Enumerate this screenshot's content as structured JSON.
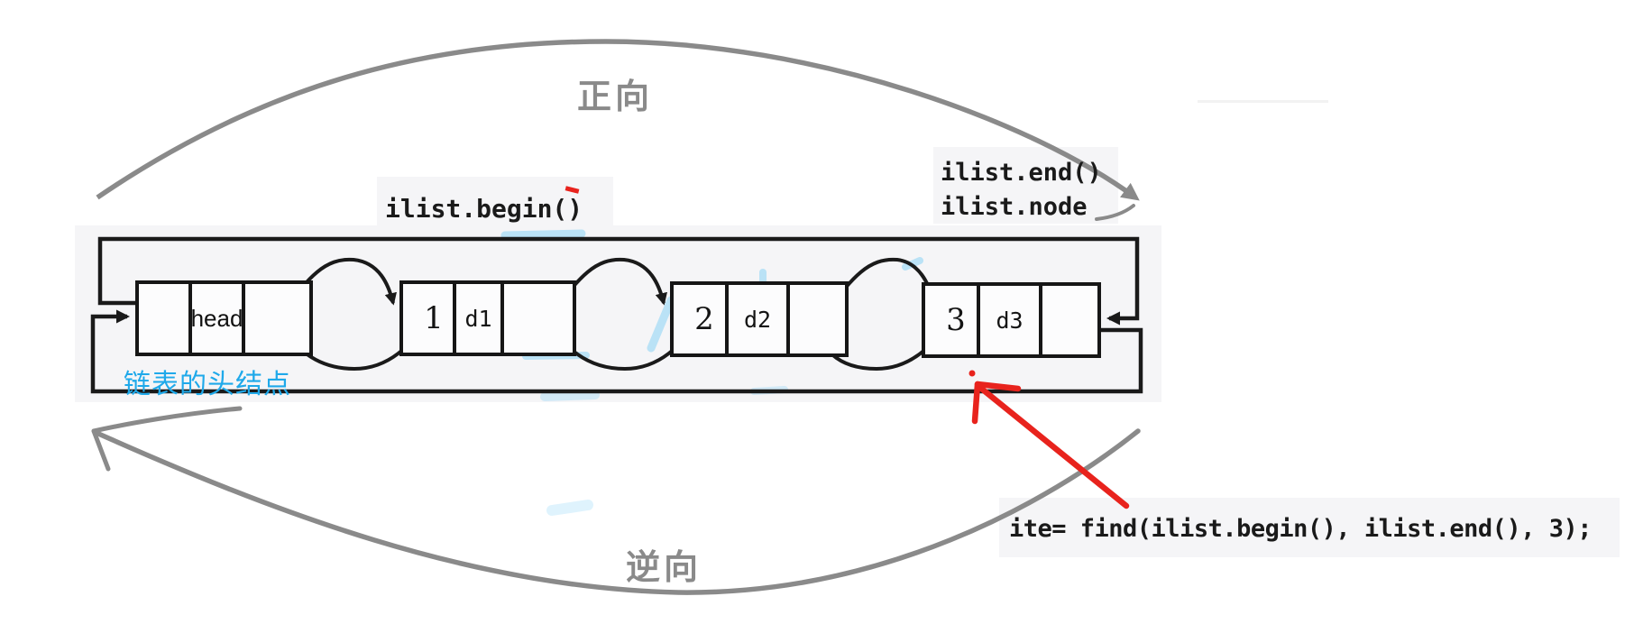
{
  "labels": {
    "forward": "正向",
    "reverse": "逆向",
    "begin": "ilist.begin()",
    "end": "ilist.end()",
    "node": "ilist.node",
    "head_note": "链表的头结点",
    "code": "ite= find(ilist.begin(), ilist.end(), 3);"
  },
  "list": {
    "head_label": "head",
    "nodes": [
      {
        "num": "1",
        "data": "d1"
      },
      {
        "num": "2",
        "data": "d2"
      },
      {
        "num": "3",
        "data": "d3"
      }
    ]
  },
  "colors": {
    "line": "#1a1a1a",
    "arc_gray": "#8a8a8a",
    "annotation_red": "#e8231d",
    "note_cyan": "#1fa9ea",
    "panel_bg": "#f5f5f7"
  }
}
